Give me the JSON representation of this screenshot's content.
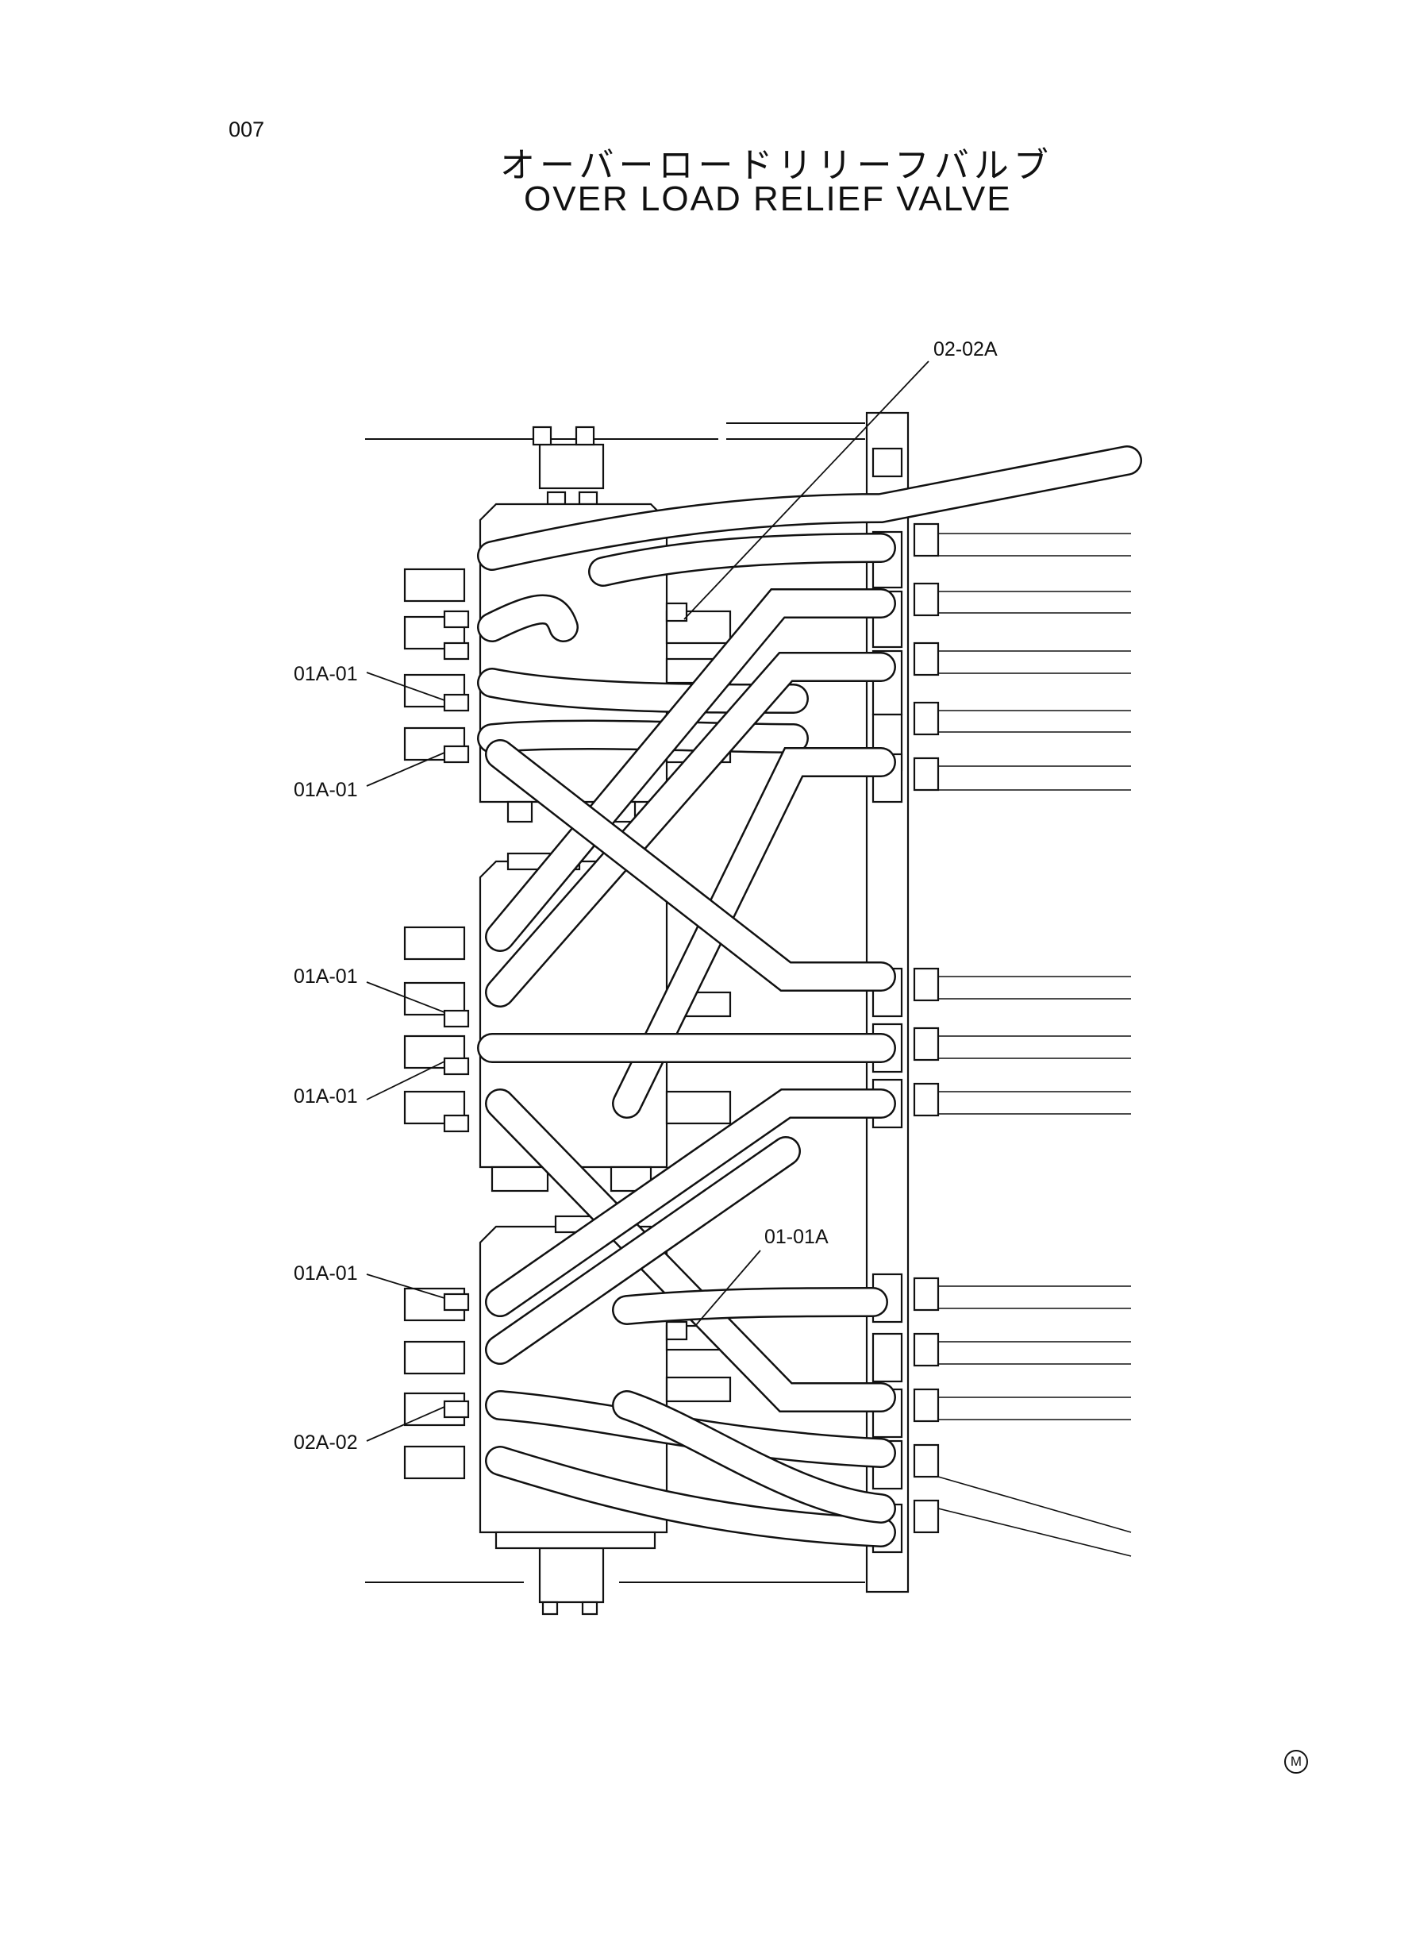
{
  "page": {
    "number": "007"
  },
  "title": {
    "japanese": "オーバーロードリリーフバルブ",
    "english": "OVER LOAD RELIEF VALVE"
  },
  "callouts": [
    {
      "id": "c1",
      "text": "02-02A"
    },
    {
      "id": "c2",
      "text": "01A-01"
    },
    {
      "id": "c3",
      "text": "01A-01"
    },
    {
      "id": "c4",
      "text": "01A-01"
    },
    {
      "id": "c5",
      "text": "01A-01"
    },
    {
      "id": "c6",
      "text": "01-01A"
    },
    {
      "id": "c7",
      "text": "01A-01"
    },
    {
      "id": "c8",
      "text": "02A-02"
    }
  ],
  "corner_mark": "M"
}
